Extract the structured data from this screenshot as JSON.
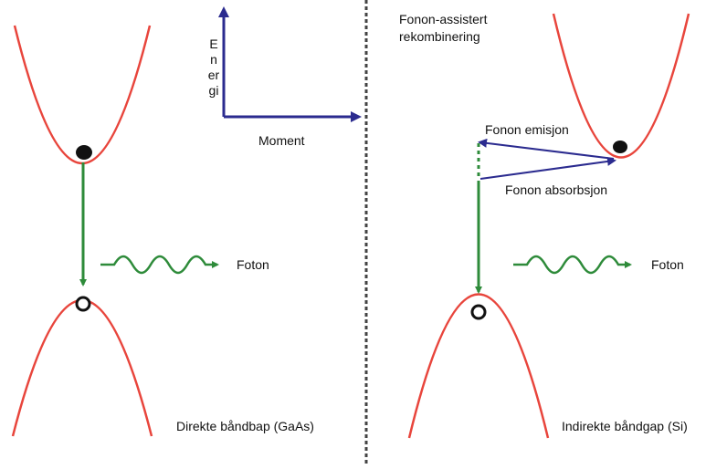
{
  "axes": {
    "energy_label": "Energi",
    "momentum_label": "Moment"
  },
  "left_panel": {
    "photon_label": "Foton",
    "caption": "Direkte båndbap (GaAs)"
  },
  "right_panel": {
    "title": "Fonon-assistert\nrekombinering",
    "phonon_emission_label": "Fonon emisjon",
    "phonon_absorption_label": "Fonon absorbsjon",
    "photon_label": "Foton",
    "caption": "Indirekte båndgap (Si)"
  },
  "colors": {
    "band": "#e8453c",
    "transition": "#2e8b3a",
    "axis": "#2b2b8f",
    "electron": "#111111",
    "divider": "#444444"
  }
}
